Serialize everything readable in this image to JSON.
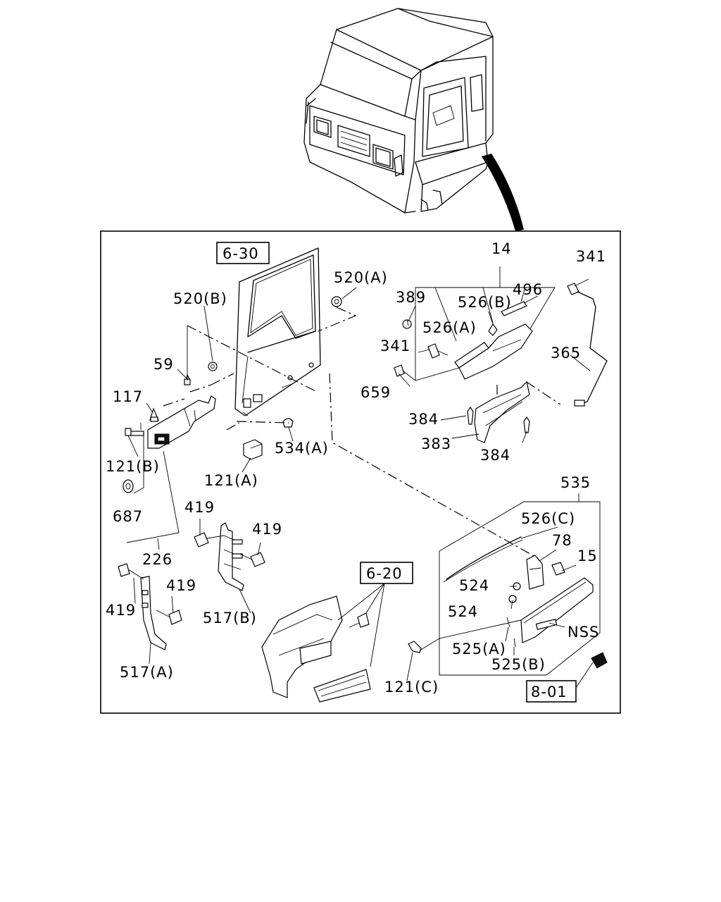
{
  "diagram": {
    "refs": {
      "r630": "6-30",
      "r620": "6-20",
      "r801": "8-01"
    },
    "labels": {
      "l14": "14",
      "l341a": "341",
      "l520a": "520(A)",
      "l389": "389",
      "l526b": "526(B)",
      "l496": "496",
      "l520b": "520(B)",
      "l526a": "526(A)",
      "l341b": "341",
      "l365": "365",
      "l59": "59",
      "l659": "659",
      "l117": "117",
      "l384a": "384",
      "l383": "383",
      "l534a": "534(A)",
      "l384b": "384",
      "l121b": "121(B)",
      "l121a": "121(A)",
      "l535": "535",
      "l687": "687",
      "l419a": "419",
      "l526c": "526(C)",
      "l419b": "419",
      "l78": "78",
      "l15": "15",
      "l226": "226",
      "l419c": "419",
      "l524a": "524",
      "l419d": "419",
      "l517b": "517(B)",
      "l524b": "524",
      "lnss": "NSS",
      "l525a": "525(A)",
      "l517a": "517(A)",
      "l525b": "525(B)",
      "l121c": "121(C)"
    }
  }
}
